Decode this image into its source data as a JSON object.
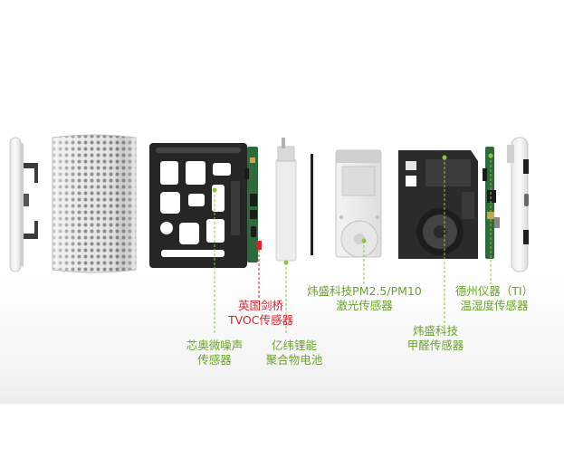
{
  "colors": {
    "label_green": "#6aa22a",
    "label_red": "#e0202a",
    "leader_green": "#8cc63f",
    "leader_red": "#e0202a"
  },
  "labels": {
    "microphone": {
      "line1": "芯奥微噪声",
      "line2": "传感器"
    },
    "tvoc": {
      "line1": "英国剑桥",
      "line2": "TVOC传感器"
    },
    "battery": {
      "line1": "亿纬锂能",
      "line2": "聚合物电池"
    },
    "pm25": {
      "line1": "炜盛科技PM2.5/PM10",
      "line2": "激光传感器"
    },
    "formaldehyde": {
      "line1": "炜盛科技",
      "line2": "甲醛传感器"
    },
    "temp_humidity": {
      "line1": "德州仪器（TI）",
      "line2": "温湿度传感器"
    }
  }
}
